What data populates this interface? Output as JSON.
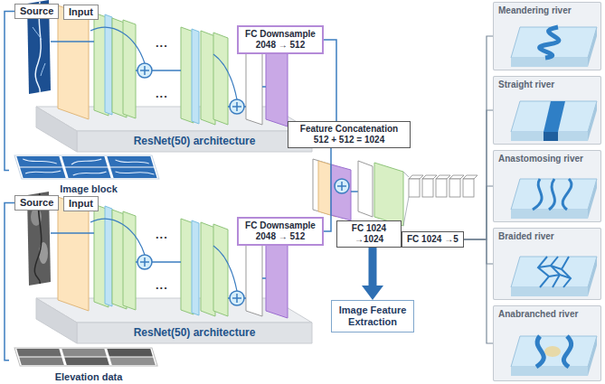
{
  "diagram": {
    "nodes": [
      {
        "text": [
          "Source"
        ]
      },
      {
        "text": [
          "Input"
        ]
      },
      {
        "text": [
          "FC Downsample 2048 → 512"
        ]
      },
      {
        "text": [
          "ResNet(50) architecture"
        ]
      },
      {
        "text": [
          "Image block"
        ]
      },
      {
        "text": [
          "Source"
        ]
      },
      {
        "text": [
          "Input"
        ]
      },
      {
        "text": [
          "FC Downsample 2048 → 512"
        ]
      },
      {
        "text": [
          "ResNet(50) architecture"
        ]
      },
      {
        "text": [
          "Elevation data"
        ]
      },
      {
        "text": [
          "Feature Concatenation 512 + 512 = 1024"
        ]
      },
      {
        "text": [
          "FC 1024 →1024"
        ]
      },
      {
        "text": [
          "FC 1024 →5"
        ]
      },
      {
        "text": [
          "Image Feature Extraction"
        ]
      },
      {
        "text": [
          "Meandering river"
        ]
      },
      {
        "text": [
          "Straight river"
        ]
      },
      {
        "text": [
          "Anastomosing river"
        ]
      },
      {
        "text": [
          "Braided river"
        ]
      },
      {
        "text": [
          "Anabranched river"
        ]
      }
    ],
    "edges": [
      {
        "from": 4,
        "to": 0,
        "arrow": "none"
      },
      {
        "from": 9,
        "to": 5,
        "arrow": "none"
      },
      {
        "from": 2,
        "to": 10,
        "arrow": "none"
      },
      {
        "from": 7,
        "to": 10,
        "arrow": "none"
      },
      {
        "from": 11,
        "to": 13,
        "arrow": "to"
      },
      {
        "from": 12,
        "to": 14,
        "arrow": "none"
      },
      {
        "from": 12,
        "to": 15,
        "arrow": "none"
      },
      {
        "from": 12,
        "to": 16,
        "arrow": "none"
      },
      {
        "from": 12,
        "to": 17,
        "arrow": "none"
      },
      {
        "from": 12,
        "to": 18,
        "arrow": "none"
      }
    ],
    "labels": [
      "...",
      "...",
      "...",
      "..."
    ]
  }
}
